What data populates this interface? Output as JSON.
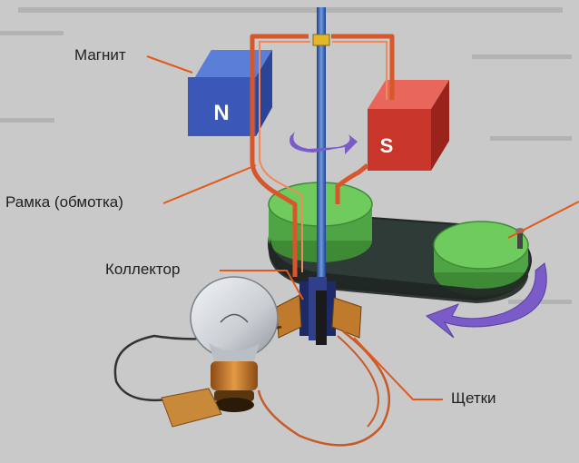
{
  "labels": {
    "magnet": "Магнит",
    "frame": "Рамка (обмотка)",
    "collector": "Коллектор",
    "brushes": "Щетки"
  },
  "poles": {
    "north": "N",
    "south": "S"
  },
  "colors": {
    "background": "#c9c9c9",
    "magnet_north": "#3b57b8",
    "magnet_south": "#c8352b",
    "wire_frame": "#d8572a",
    "pulley": "#58b84a",
    "belt": "#2f3b37",
    "rotation_arrow": "#7b5bc8",
    "leader_line": "#e05a1c",
    "brush_copper": "#c07a2c"
  }
}
